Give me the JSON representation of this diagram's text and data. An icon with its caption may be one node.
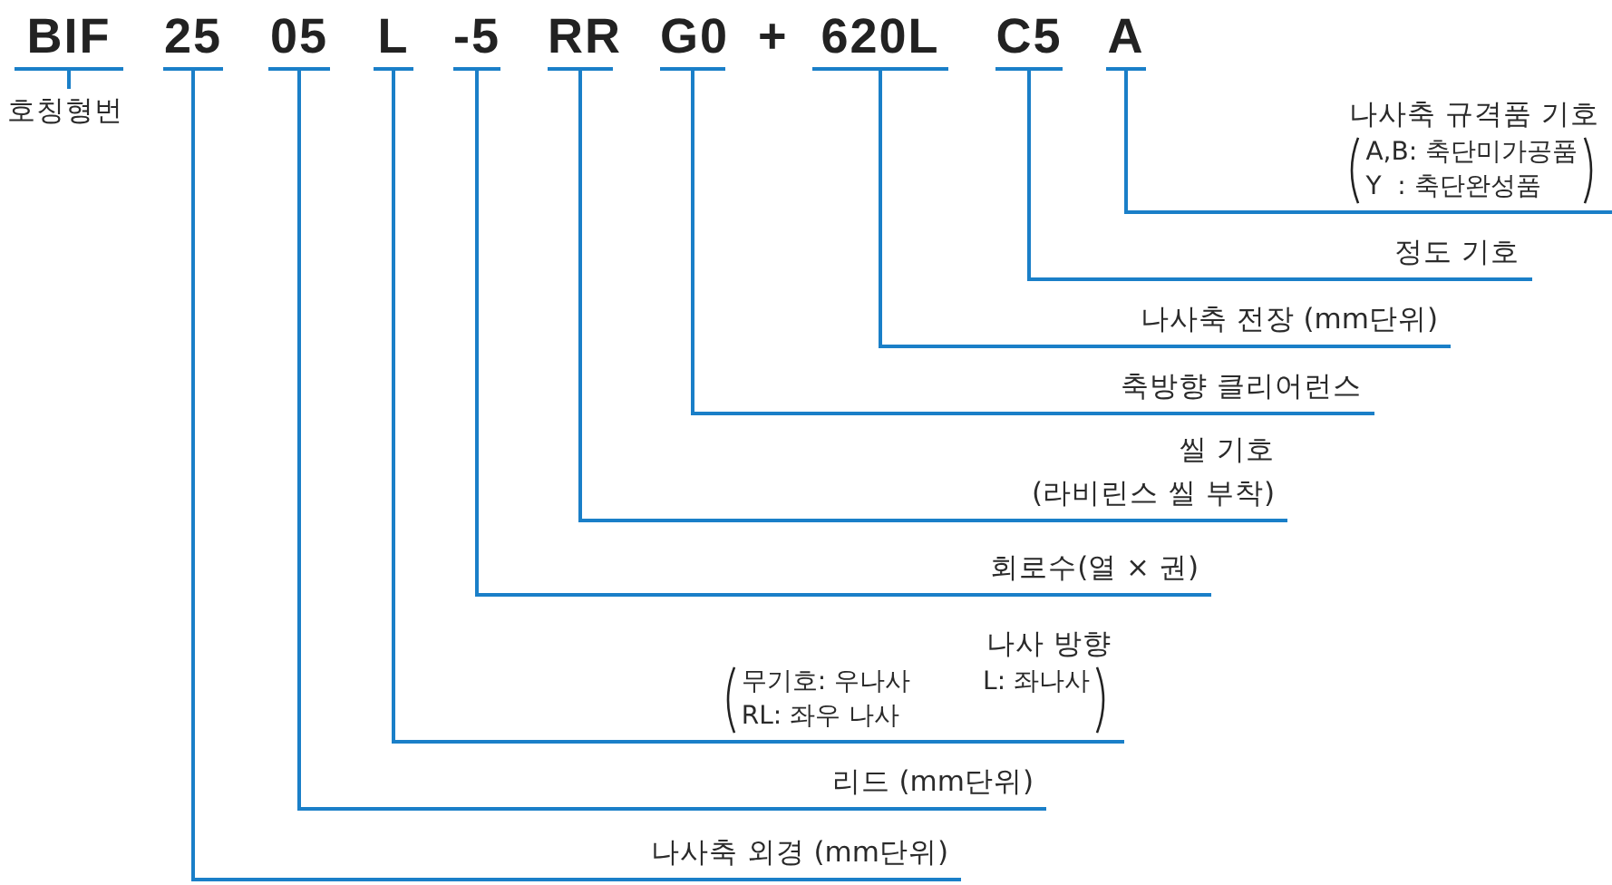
{
  "diagram": {
    "nodes": [
      {
        "text": [
          "BIF"
        ]
      },
      {
        "text": [
          "25"
        ]
      },
      {
        "text": [
          "05"
        ]
      },
      {
        "text": [
          "L"
        ]
      },
      {
        "text": [
          "-5"
        ]
      },
      {
        "text": [
          "RR"
        ]
      },
      {
        "text": [
          "G0"
        ]
      },
      {
        "text": [
          "620L"
        ]
      },
      {
        "text": [
          "C5"
        ]
      },
      {
        "text": [
          "A"
        ]
      },
      {
        "text": [
          "호칭형번"
        ]
      },
      {
        "text": [
          "나사축 규격품 기호",
          "A,B: 축단미가공품",
          "Y  : 축단완성품"
        ]
      },
      {
        "text": [
          "정도 기호"
        ]
      },
      {
        "text": [
          "나사축 전장 (mm단위)"
        ]
      },
      {
        "text": [
          "축방향 클리어런스"
        ]
      },
      {
        "text": [
          "씰 기호",
          "(라비린스 씰 부착)"
        ]
      },
      {
        "text": [
          "회로수(열 × 권)"
        ]
      },
      {
        "text": [
          "나사 방향",
          "무기호: 우나사",
          "L: 좌나사",
          "RL: 좌우 나사"
        ]
      },
      {
        "text": [
          "리드 (mm단위)"
        ]
      },
      {
        "text": [
          "나사축 외경 (mm단위)"
        ]
      }
    ],
    "edges": [
      {
        "from": 0,
        "to": 10,
        "arrow": "none"
      },
      {
        "from": 9,
        "to": 11,
        "arrow": "none"
      },
      {
        "from": 8,
        "to": 12,
        "arrow": "none"
      },
      {
        "from": 7,
        "to": 13,
        "arrow": "none"
      },
      {
        "from": 6,
        "to": 14,
        "arrow": "none"
      },
      {
        "from": 5,
        "to": 15,
        "arrow": "none"
      },
      {
        "from": 4,
        "to": 16,
        "arrow": "none"
      },
      {
        "from": 3,
        "to": 17,
        "arrow": "none"
      },
      {
        "from": 2,
        "to": 18,
        "arrow": "none"
      },
      {
        "from": 1,
        "to": 19,
        "arrow": "none"
      }
    ],
    "labels": [
      "+"
    ]
  }
}
